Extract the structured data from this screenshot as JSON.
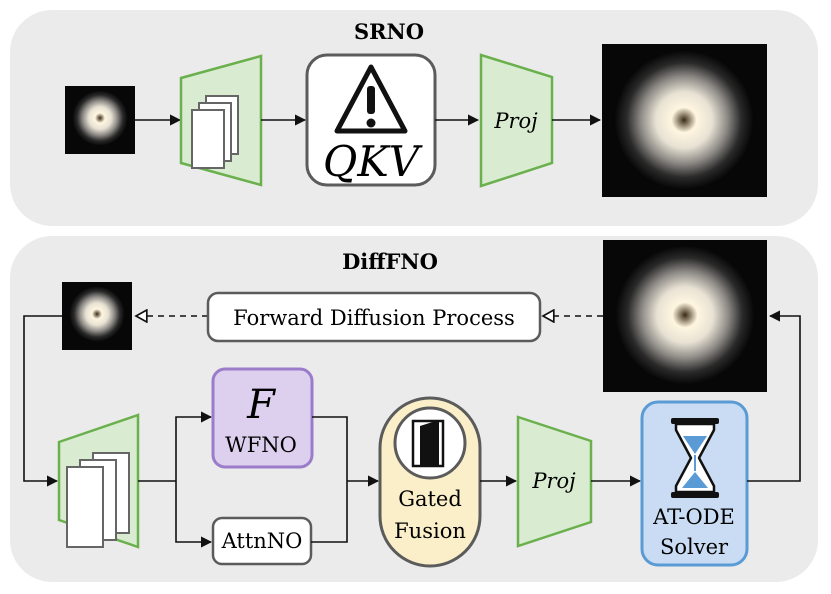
{
  "panels": {
    "top": {
      "title": "SRNO"
    },
    "bottom": {
      "title": "DiffFNO"
    }
  },
  "top_row": {
    "attention_block_label": "QKV",
    "proj_label": "Proj"
  },
  "bottom_row": {
    "forward_diffusion_label": "Forward Diffusion Process",
    "wfno_symbol": "F",
    "wfno_label": "WFNO",
    "attnno_label": "AttnNO",
    "gated_fusion_line1": "Gated",
    "gated_fusion_line2": "Fusion",
    "proj_label": "Proj",
    "solver_line1": "AT-ODE",
    "solver_line2": "Solver"
  },
  "images": {
    "low_res": "rose-image-small",
    "high_res": "rose-image-large"
  },
  "colors": {
    "panel_bg": "#ebebeb",
    "green_fill": "#d9ecd1",
    "green_stroke": "#6ab04c",
    "purple_fill": "#ddd0ee",
    "purple_stroke": "#9b7ccb",
    "yellow_fill": "#fbefc9",
    "blue_fill": "#c9dcf3",
    "blue_stroke": "#5b9bd5",
    "gray_stroke": "#5b5b5b"
  }
}
